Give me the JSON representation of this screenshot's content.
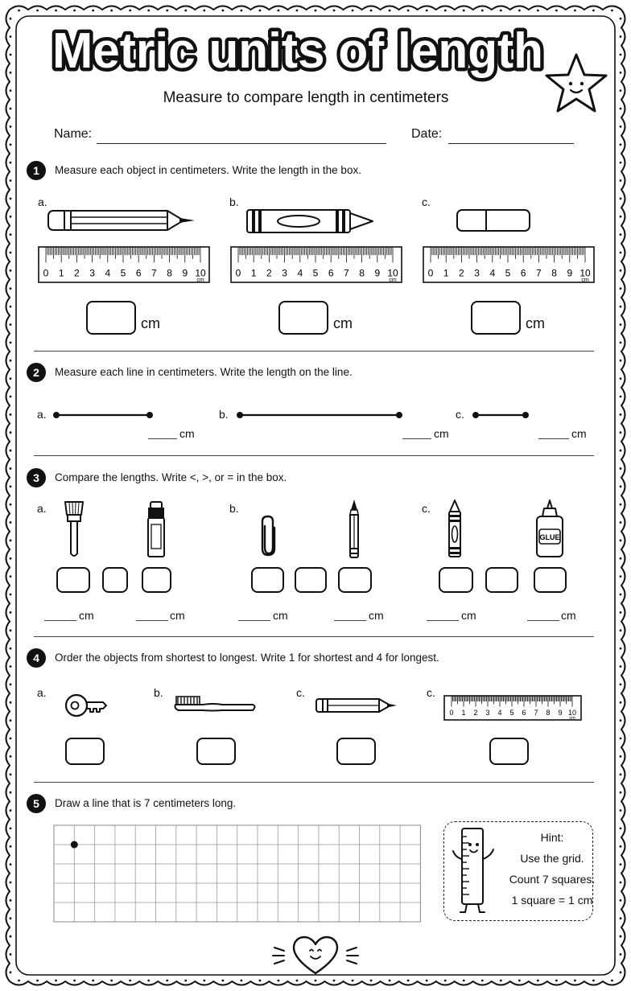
{
  "header": {
    "title": "Metric units of length",
    "subtitle": "Measure to compare length in centimeters",
    "name_label": "Name:",
    "date_label": "Date:"
  },
  "section1": {
    "number": "1",
    "instruction": "Measure each object in centimeters. Write the length in the box.",
    "items": [
      {
        "letter": "a.",
        "object": "pencil",
        "unit": "cm"
      },
      {
        "letter": "b.",
        "object": "crayon",
        "unit": "cm"
      },
      {
        "letter": "c.",
        "object": "eraser",
        "unit": "cm"
      }
    ],
    "ruler_ticks": [
      "0",
      "1",
      "2",
      "3",
      "4",
      "5",
      "6",
      "7",
      "8",
      "9",
      "10"
    ],
    "ruler_unit": "cm"
  },
  "section2": {
    "number": "2",
    "instruction": "Measure each line in centimeters. Write the length on the line.",
    "items": [
      {
        "letter": "a.",
        "unit": "cm"
      },
      {
        "letter": "b.",
        "unit": "cm"
      },
      {
        "letter": "c.",
        "unit": "cm"
      }
    ]
  },
  "section3": {
    "number": "3",
    "instruction": "Compare the lengths. Write <, >, or = in the box.",
    "items": [
      {
        "letter": "a.",
        "objects": [
          "paintbrush",
          "glue stick"
        ],
        "unit": "cm"
      },
      {
        "letter": "b.",
        "objects": [
          "paper clip",
          "pencil"
        ],
        "unit": "cm"
      },
      {
        "letter": "c.",
        "objects": [
          "crayon",
          "glue bottle"
        ],
        "unit": "cm"
      }
    ],
    "glue_label": "GLUE"
  },
  "section4": {
    "number": "4",
    "instruction": "Order the objects from shortest to longest. Write 1 for shortest and 4 for longest.",
    "items": [
      {
        "letter": "a.",
        "object": "key"
      },
      {
        "letter": "b.",
        "object": "toothbrush"
      },
      {
        "letter": "c.",
        "object": "pencil"
      },
      {
        "letter": "c.",
        "object": "ruler"
      }
    ]
  },
  "section5": {
    "number": "5",
    "instruction": "Draw a line that is 7 centimeters long.",
    "hint": {
      "title": "Hint:",
      "line1": "Use the grid.",
      "line2": "Count 7 squares.",
      "line3": "1 square = 1 cm"
    }
  },
  "colors": {
    "ink": "#111111",
    "paper": "#ffffff"
  }
}
